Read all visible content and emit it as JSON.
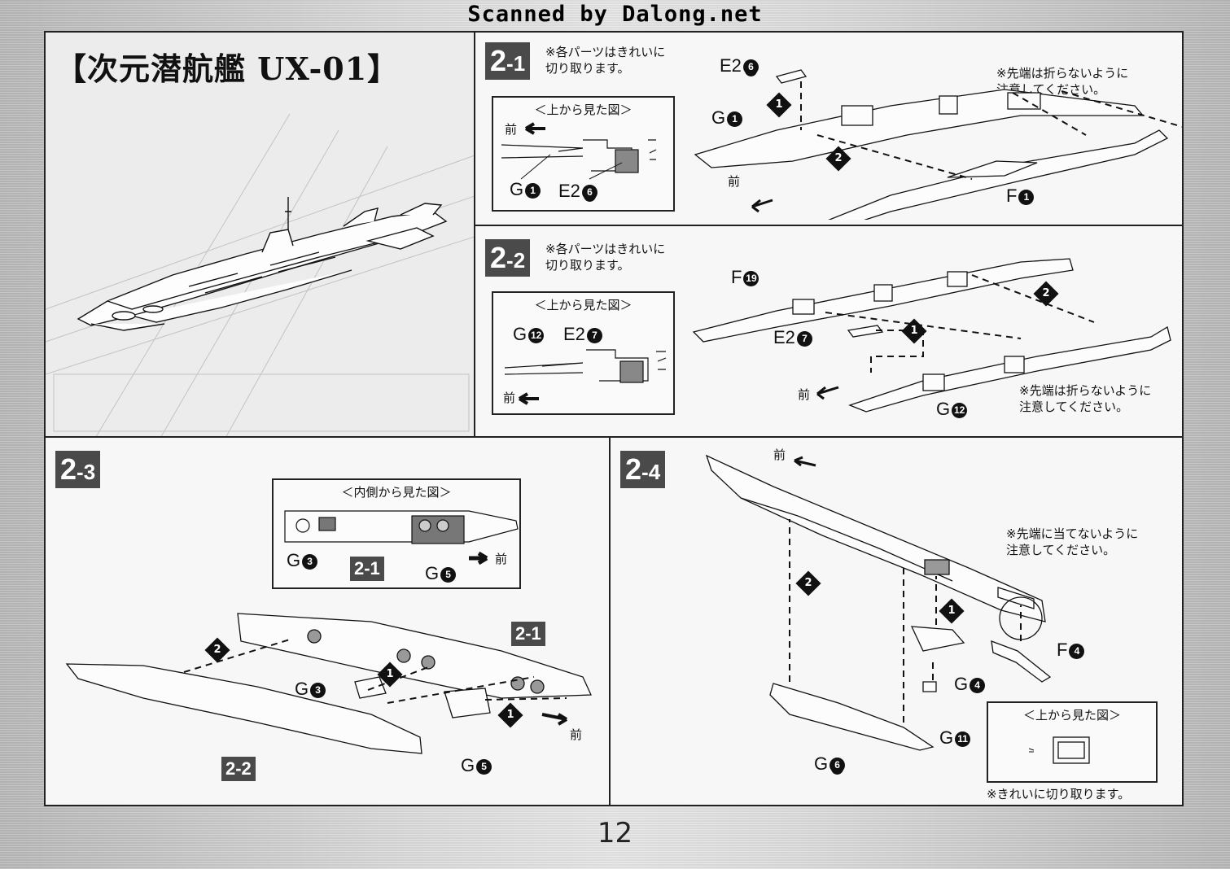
{
  "header": {
    "scan_credit": "Scanned by Dalong.net"
  },
  "title_panel": {
    "title": "【次元潜航艦 UX-01】"
  },
  "common": {
    "front": "前",
    "top_view": "＜上から見た図＞",
    "inner_view": "＜内側から見た図＞"
  },
  "step_2_1": {
    "number": "2",
    "sub": "-1",
    "note": "※各パーツはきれいに\n切り取ります。",
    "tip_note": "※先端は折らないように\n注意してください。",
    "inset_labels": {
      "part_a": "G",
      "part_a_num": "1",
      "part_b": "E2",
      "part_b_num": "6"
    },
    "labels": {
      "e2": "E2",
      "e2_num": "6",
      "g": "G",
      "g_num": "1",
      "f": "F",
      "f_num": "1"
    },
    "order": [
      "1",
      "2"
    ]
  },
  "step_2_2": {
    "number": "2",
    "sub": "-2",
    "note": "※各パーツはきれいに\n切り取ります。",
    "tip_note": "※先端は折らないように\n注意してください。",
    "inset_labels": {
      "part_a": "G",
      "part_a_num": "12",
      "part_b": "E2",
      "part_b_num": "7"
    },
    "labels": {
      "f": "F",
      "f_num": "19",
      "e2": "E2",
      "e2_num": "7",
      "g": "G",
      "g_num": "12"
    },
    "order": [
      "1",
      "2"
    ]
  },
  "step_2_3": {
    "number": "2",
    "sub": "-3",
    "inset_labels": {
      "g3": "G",
      "g3_num": "3",
      "g5": "G",
      "g5_num": "5",
      "ref": "2-1"
    },
    "labels": {
      "g3": "G",
      "g3_num": "3",
      "g5": "G",
      "g5_num": "5"
    },
    "refs": [
      "2-1",
      "2-2"
    ],
    "order": [
      "1",
      "2"
    ]
  },
  "step_2_4": {
    "number": "2",
    "sub": "-4",
    "tip_note": "※先端に当てないように\n注意してください。",
    "cut_note": "※きれいに切り取ります。",
    "labels": {
      "f4": "F",
      "f4_num": "4",
      "g4": "G",
      "g4_num": "4",
      "g11": "G",
      "g11_num": "11",
      "g6": "G",
      "g6_num": "6"
    },
    "order": [
      "1",
      "2"
    ]
  },
  "footer": {
    "page_number": "12"
  }
}
